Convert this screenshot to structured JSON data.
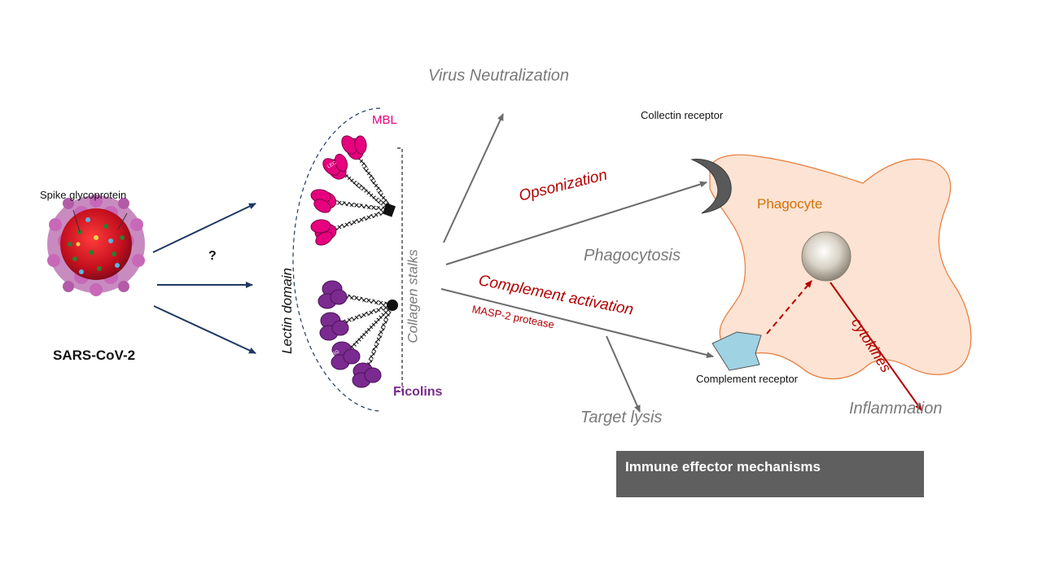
{
  "virus": {
    "spike_label": "Spike glycoprotein",
    "name": "SARS-CoV-2",
    "question": "?"
  },
  "lectins": {
    "mbl": "MBL",
    "ficolins": "Ficolins",
    "lectin_domain": "Lectin domain",
    "collagen_stalks": "Collagen stalks",
    "lec_tag": "LEC",
    "fbg_tag": "FBG"
  },
  "pathways": {
    "neutralization": "Virus Neutralization",
    "opsonization": "Opsonization",
    "phagocytosis": "Phagocytosis",
    "complement_activation": "Complement activation",
    "masp2": "MASP-2 protease",
    "target_lysis": "Target lysis"
  },
  "cell": {
    "collectin_receptor": "Collectin receptor",
    "phagocyte": "Phagocyte",
    "complement_receptor": "Complement receptor",
    "cytokines": "cytokines",
    "inflammation": "Inflammation"
  },
  "footer": {
    "title": "Immune effector mechanisms"
  },
  "colors": {
    "mbl": "#e6007e",
    "ficolin": "#7b2a8f",
    "phagocyte_fill": "#fde3d3",
    "phagocyte_stroke": "#e67a3a",
    "red_text": "#b30000",
    "navy_arrow": "#1f3864",
    "gray_arrow": "#6b6b6b"
  }
}
